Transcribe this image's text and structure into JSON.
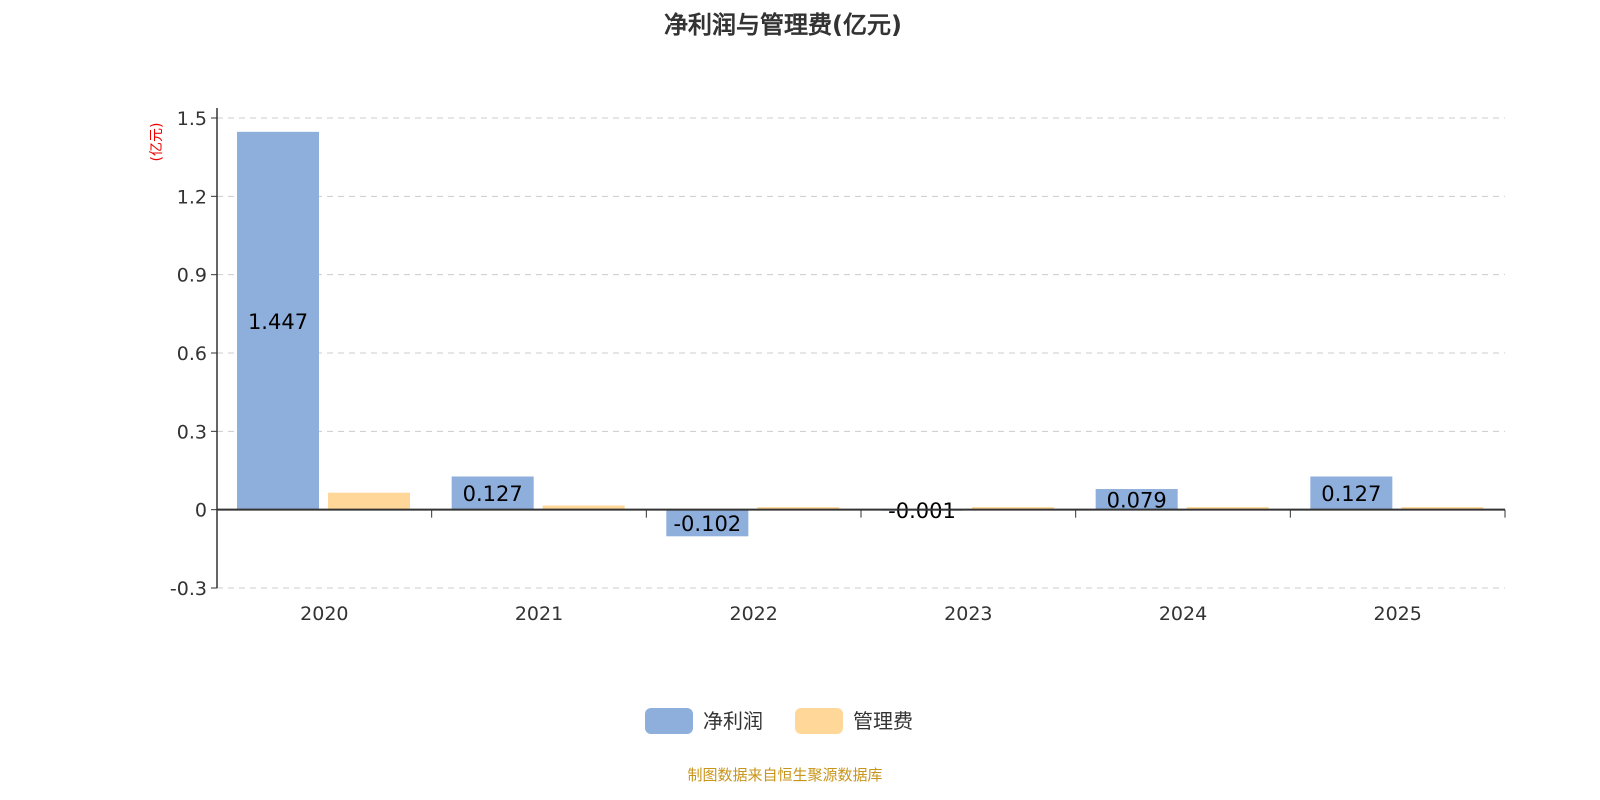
{
  "chart_data": {
    "type": "bar",
    "title": "净利润与管理费(亿元)",
    "ylabel": "(亿元)",
    "categories": [
      "2020",
      "2021",
      "2022",
      "2023",
      "2024",
      "2025"
    ],
    "series": [
      {
        "name": "净利润",
        "color": "#8eaedb",
        "values": [
          1.447,
          0.127,
          -0.102,
          -0.001,
          0.079,
          0.127
        ],
        "labels": [
          "1.447",
          "0.127",
          "-0.102",
          "-0.001",
          "0.079",
          "0.127"
        ]
      },
      {
        "name": "管理费",
        "color": "#ffd899",
        "values": [
          0.065,
          0.016,
          0.01,
          0.01,
          0.01,
          0.01
        ]
      }
    ],
    "yticks": [
      "1.5",
      "1.2",
      "0.9",
      "0.6",
      "0.3",
      "0",
      "-0.3"
    ],
    "ylim": [
      -0.3,
      1.5
    ],
    "grid": true,
    "legend_position": "bottom-center"
  },
  "source": "制图数据来自恒生聚源数据库"
}
